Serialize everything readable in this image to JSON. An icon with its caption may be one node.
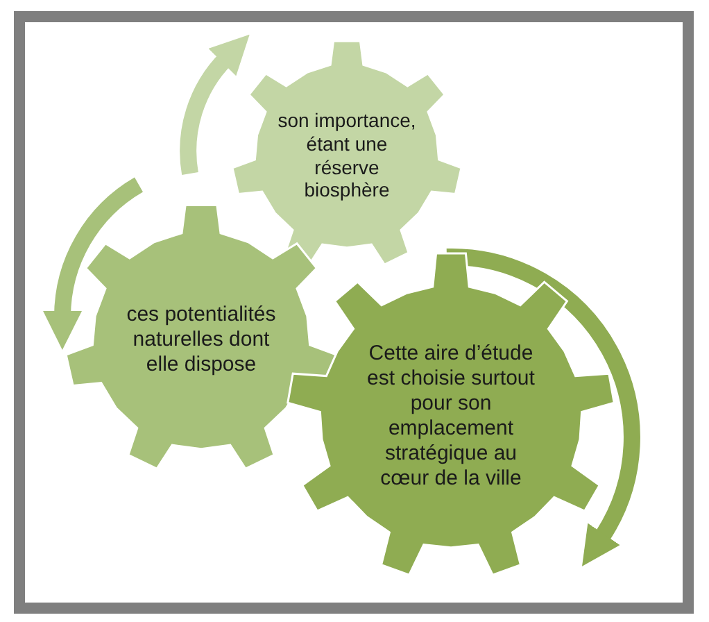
{
  "diagram": {
    "nodes": [
      {
        "text": [
          "son importance, étant une réserve biosphère"
        ]
      },
      {
        "text": [
          "ces potentialités naturelles dont elle dispose"
        ]
      },
      {
        "text": [
          "Cette aire d’étude est choisie surtout pour son emplacement stratégique au cœur de la ville"
        ]
      }
    ]
  }
}
